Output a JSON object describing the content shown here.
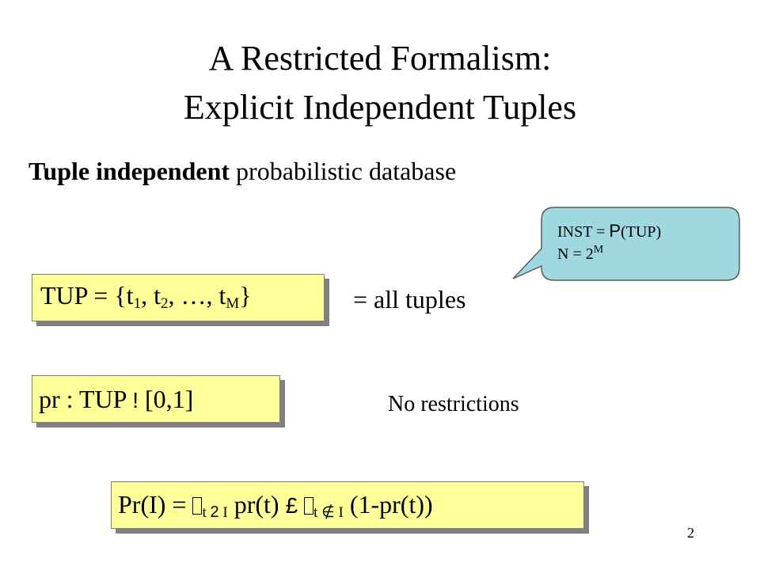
{
  "slide": {
    "title_line1": "A Restricted Formalism:",
    "title_line2": "Explicit Independent Tuples",
    "subtitle_bold": "Tuple independent",
    "subtitle_rest": " probabilistic database",
    "page_number": "2"
  },
  "callout": {
    "inst_prefix": "INST = ",
    "inst_symbol": "P",
    "inst_suffix": "(TUP)",
    "n_prefix": "N = 2",
    "n_exponent": "M",
    "fill_color": "#9fd8e0"
  },
  "tup_box": {
    "prefix": "TUP = {t",
    "sub1": "1",
    "mid1": ", t",
    "sub2": "2",
    "mid2": ", …, t",
    "subM": "M",
    "suffix": "}",
    "annotation": "= all tuples"
  },
  "pr_box": {
    "prefix": "pr : TUP ",
    "arrow_glyph": "!",
    "suffix": " [0,1]",
    "annotation": "No restrictions"
  },
  "formula_box": {
    "prefix": "Pr(I) = ",
    "sub_t1": "t ",
    "sub_in_glyph": "2",
    "sub_I1": " I",
    "term1": " pr(t) ",
    "times_glyph": "£",
    "sub_t2": "t ",
    "sub_notin_glyph": "∉",
    "sub_I2": " I",
    "term2": " (1-pr(t))"
  },
  "colors": {
    "box_fill": "#ffff99",
    "box_shadow": "#808080"
  }
}
